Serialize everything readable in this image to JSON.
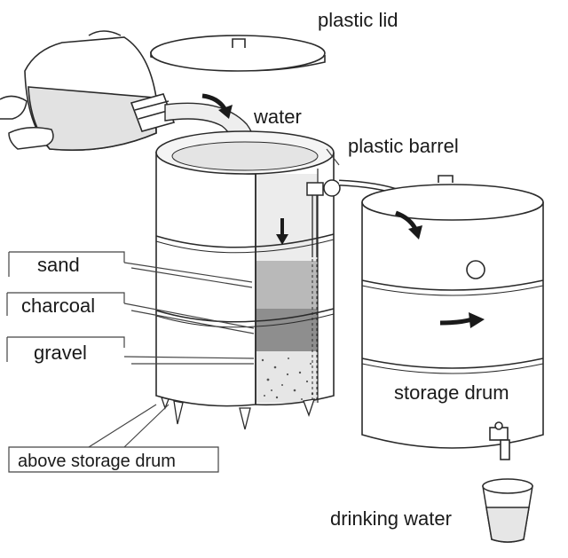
{
  "labels": {
    "plastic_lid": "plastic lid",
    "water": "water",
    "plastic_barrel": "plastic barrel",
    "sand": "sand",
    "charcoal": "charcoal",
    "gravel": "gravel",
    "storage_drum": "storage drum",
    "above_storage_drum": "above storage drum",
    "drinking_water": "drinking water"
  },
  "colors": {
    "outline": "#2a2a2a",
    "sand": "#b9b9b9",
    "charcoal": "#8e8e8e",
    "gravel": "#e6e6e6",
    "water": "#ececec",
    "arrow": "#1a1a1a"
  }
}
